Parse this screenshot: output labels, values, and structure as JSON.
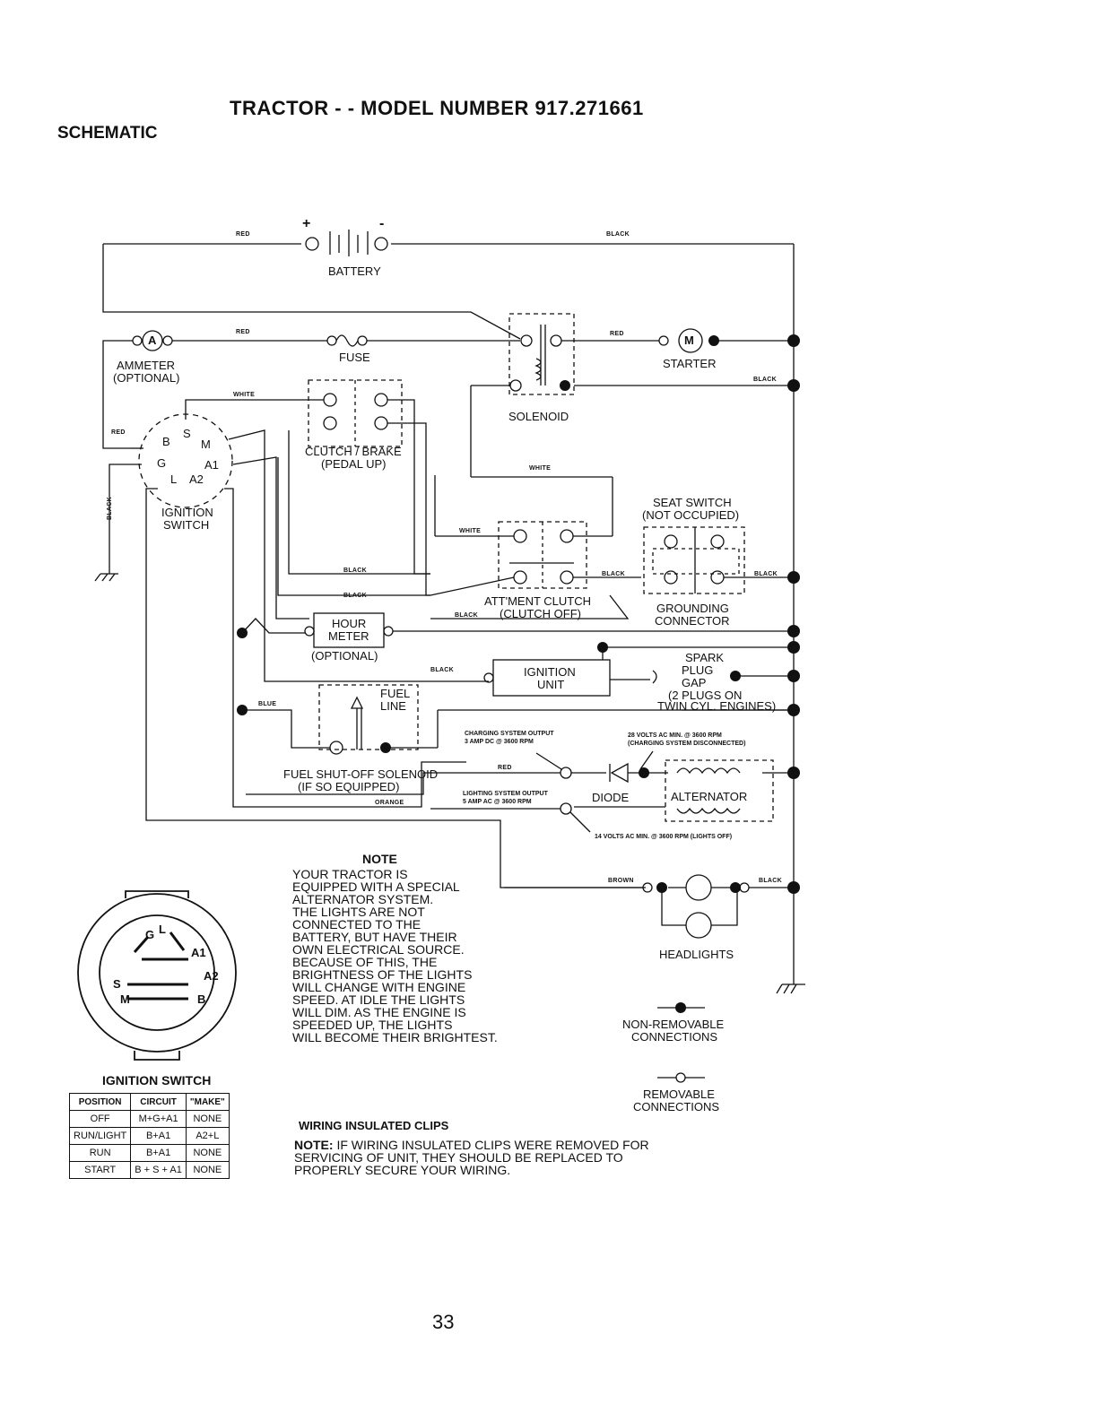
{
  "header": {
    "title": "TRACTOR - - MODEL NUMBER 917.271661",
    "section": "SCHEMATIC"
  },
  "wires": {
    "red": "RED",
    "black": "BLACK",
    "white": "WHITE",
    "blue": "BLUE",
    "orange": "ORANGE",
    "brown": "BROWN"
  },
  "components": {
    "battery": "BATTERY",
    "battery_plus": "+",
    "battery_minus": "-",
    "ammeter_symbol": "A",
    "ammeter": "AMMETER",
    "ammeter_optional": "(OPTIONAL)",
    "fuse": "FUSE",
    "solenoid": "SOLENOID",
    "starter_symbol": "M",
    "starter": "STARTER",
    "clutch_brake": "CLUTCH / BRAKE",
    "clutch_brake_sub": "(PEDAL UP)",
    "seat_switch": "SEAT SWITCH",
    "seat_switch_sub": "(NOT OCCUPIED)",
    "ignition_switch": "IGNITION",
    "ignition_switch_2": "SWITCH",
    "terminals": {
      "b": "B",
      "s": "S",
      "m": "M",
      "g": "G",
      "a1": "A1",
      "l": "L",
      "a2": "A2"
    },
    "attachment_clutch": "ATT'MENT CLUTCH",
    "attachment_clutch_sub": "(CLUTCH OFF)",
    "grounding": "GROUNDING",
    "grounding_2": "CONNECTOR",
    "hour_meter": "HOUR",
    "hour_meter_2": "METER",
    "hour_meter_opt": "(OPTIONAL)",
    "ignition_unit": "IGNITION",
    "ignition_unit_2": "UNIT",
    "spark_plug": "SPARK",
    "spark_plug_2": "PLUG",
    "spark_plug_3": "GAP",
    "spark_plug_4": "(2 PLUGS ON",
    "spark_plug_5": "TWIN CYL. ENGINES)",
    "fuel_line": "FUEL",
    "fuel_line_2": "LINE",
    "fuel_solenoid": "FUEL SHUT-OFF SOLENOID",
    "fuel_solenoid_sub": "(IF SO EQUIPPED)",
    "charging_output": "CHARGING SYSTEM OUTPUT",
    "charging_output_2": "3 AMP DC @ 3600 RPM",
    "volts_28": "28 VOLTS AC MIN. @ 3600 RPM",
    "volts_28_2": "(CHARGING SYSTEM DISCONNECTED)",
    "lighting_output": "LIGHTING SYSTEM OUTPUT",
    "lighting_output_2": "5 AMP AC @ 3600 RPM",
    "diode": "DIODE",
    "alternator": "ALTERNATOR",
    "volts_14": "14 VOLTS AC MIN. @ 3600 RPM (LIGHTS OFF)",
    "headlights": "HEADLIGHTS"
  },
  "legend": {
    "non_removable": "NON-REMOVABLE",
    "non_removable_2": "CONNECTIONS",
    "removable": "REMOVABLE",
    "removable_2": "CONNECTIONS"
  },
  "note": {
    "title": "NOTE",
    "text": "YOUR TRACTOR IS\nEQUIPPED WITH A SPECIAL\nALTERNATOR SYSTEM.\nTHE LIGHTS ARE NOT\nCONNECTED TO THE\nBATTERY, BUT HAVE THEIR\nOWN ELECTRICAL SOURCE.\nBECAUSE OF THIS, THE\nBRIGHTNESS OF THE LIGHTS\nWILL CHANGE WITH ENGINE\nSPEED. AT IDLE THE LIGHTS\nWILL DIM. AS THE ENGINE IS\nSPEEDED UP, THE LIGHTS\nWILL BECOME THEIR BRIGHTEST."
  },
  "switch_face": {
    "title": "IGNITION SWITCH",
    "g": "G",
    "l": "L",
    "a1": "A1",
    "a2": "A2",
    "s": "S",
    "m": "M",
    "b": "B"
  },
  "ignition_table": {
    "headers": [
      "POSITION",
      "CIRCUIT",
      "\"MAKE\""
    ],
    "rows": [
      [
        "OFF",
        "M+G+A1",
        "NONE"
      ],
      [
        "RUN/LIGHT",
        "B+A1",
        "A2+L"
      ],
      [
        "RUN",
        "B+A1",
        "NONE"
      ],
      [
        "START",
        "B + S + A1",
        "NONE"
      ]
    ]
  },
  "clips": {
    "title": "WIRING INSULATED CLIPS",
    "note_label": "NOTE:",
    "note_text": " IF WIRING INSULATED CLIPS WERE REMOVED FOR\nSERVICING OF UNIT, THEY SHOULD BE REPLACED TO\nPROPERLY SECURE YOUR WIRING."
  },
  "page_number": "33"
}
